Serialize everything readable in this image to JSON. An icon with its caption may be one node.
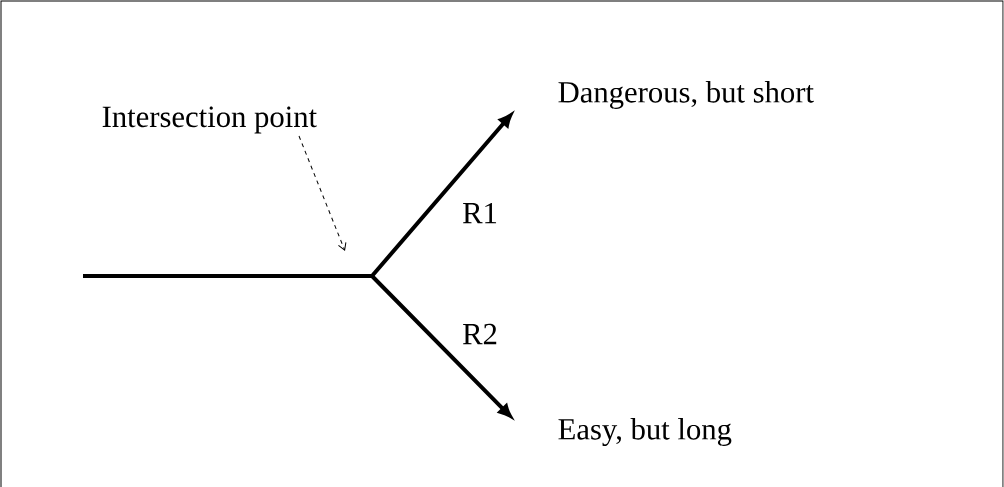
{
  "diagram": {
    "nodes": [
      {
        "text": [
          "Intersection point"
        ]
      },
      {
        "text": [
          "Dangerous, but short"
        ]
      },
      {
        "text": [
          "Easy, but long"
        ]
      }
    ],
    "edges": [
      {
        "from": null,
        "to": 1,
        "arrow": "to",
        "label": "R1"
      },
      {
        "from": null,
        "to": 2,
        "arrow": "to",
        "label": "R2"
      },
      {
        "from": 0,
        "to": null,
        "arrow": "to",
        "style": "dashed"
      }
    ]
  }
}
